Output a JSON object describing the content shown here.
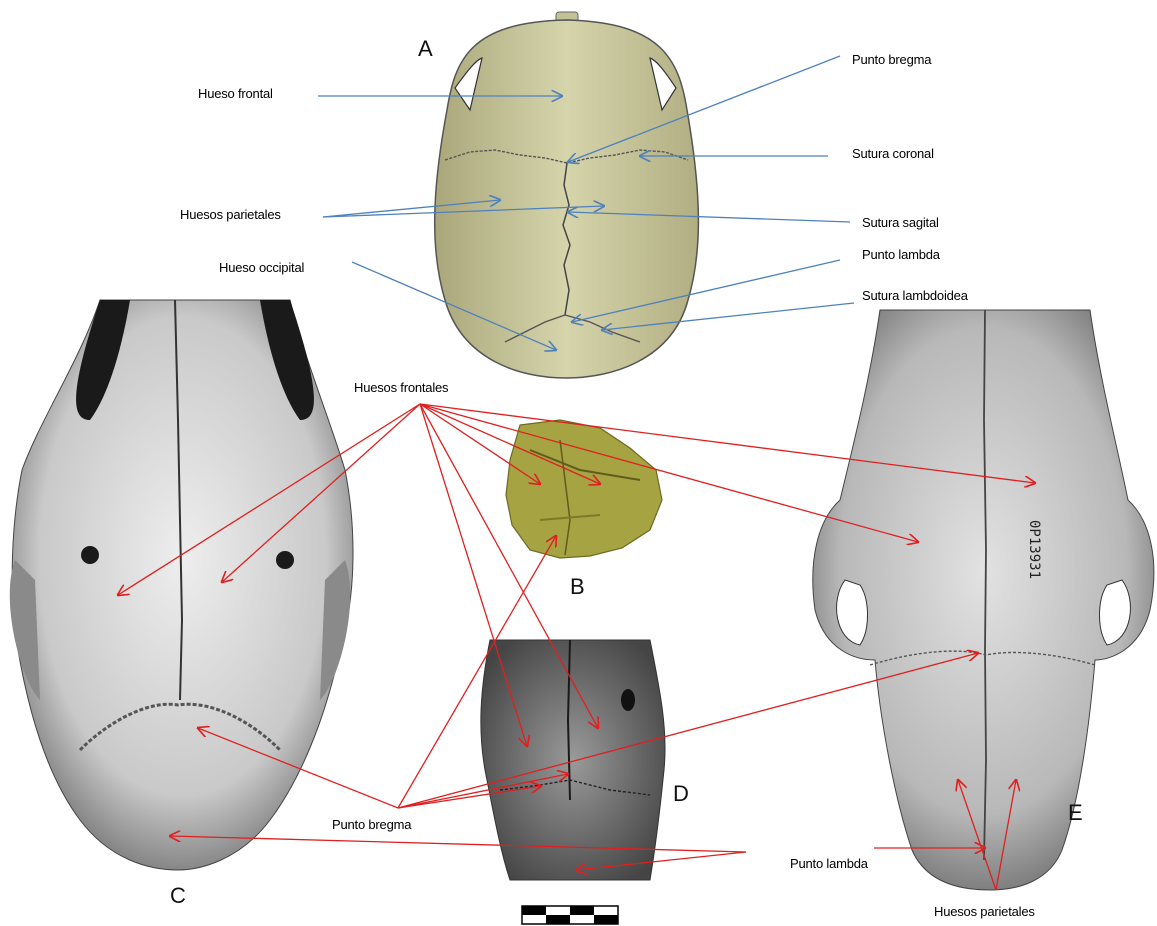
{
  "panels": {
    "a": "A",
    "b": "B",
    "c": "C",
    "d": "D",
    "e": "E"
  },
  "labels": {
    "hueso_frontal": "Hueso frontal",
    "huesos_parietales_top": "Huesos parietales",
    "hueso_occipital": "Hueso occipital",
    "punto_bregma_top": "Punto bregma",
    "sutura_coronal": "Sutura coronal",
    "sutura_sagital": "Sutura sagital",
    "punto_lambda_top": "Punto lambda",
    "sutura_lambdoidea": "Sutura lambdoidea",
    "huesos_frontales": "Huesos frontales",
    "punto_bregma_bottom": "Punto bregma",
    "punto_lambda_bottom": "Punto lambda",
    "huesos_parietales_bottom": "Huesos parietales"
  },
  "colors": {
    "blue_arrow": "#4f81bd",
    "red_arrow": "#e02020",
    "skull_fill": "#c9c79c",
    "bone_photo": "#d8d8d8"
  }
}
